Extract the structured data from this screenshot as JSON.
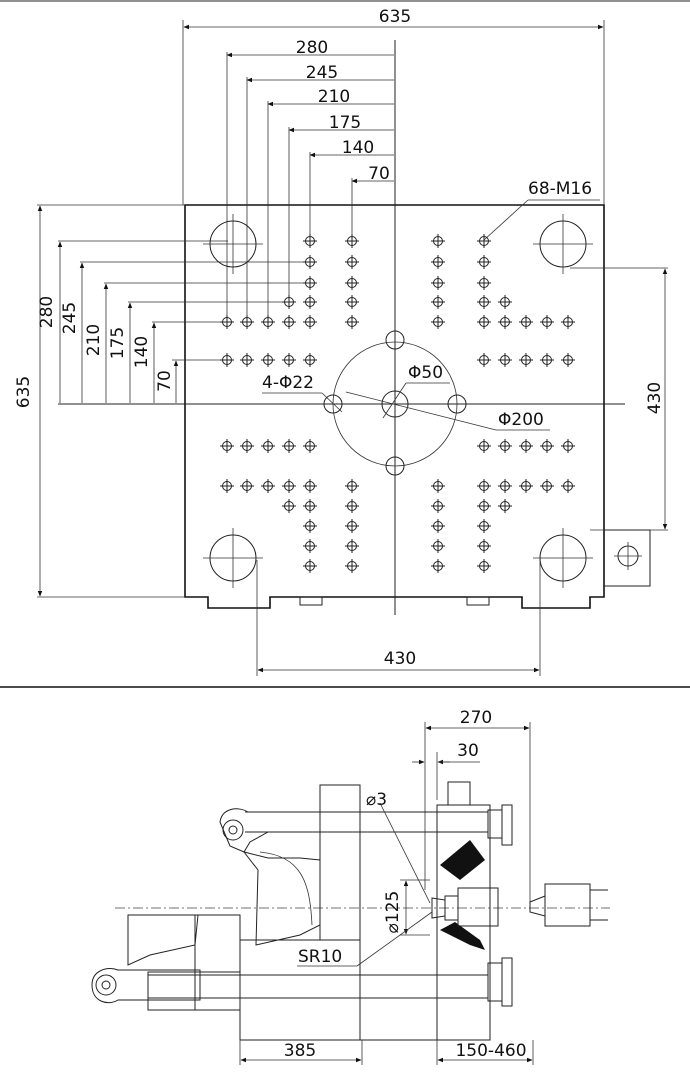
{
  "platen_view": {
    "overall_width": "635",
    "overall_height": "635",
    "top_dims": [
      "280",
      "245",
      "210",
      "175",
      "140",
      "70"
    ],
    "left_dims": [
      "280",
      "245",
      "210",
      "175",
      "140",
      "70"
    ],
    "tapped_holes": "68-M16",
    "locating_holes": "4-Φ22",
    "center_hole": "Φ50",
    "locating_ring": "Φ200",
    "tie_bar_vertical": "430",
    "tie_bar_horizontal": "430"
  },
  "side_view": {
    "stroke_total": "270",
    "nozzle_dim": "30",
    "nozzle_hole": "⌀3",
    "locating_dia": "⌀125",
    "nozzle_radius": "SR10",
    "mold_height_min": "385",
    "mold_range": "150-460"
  }
}
